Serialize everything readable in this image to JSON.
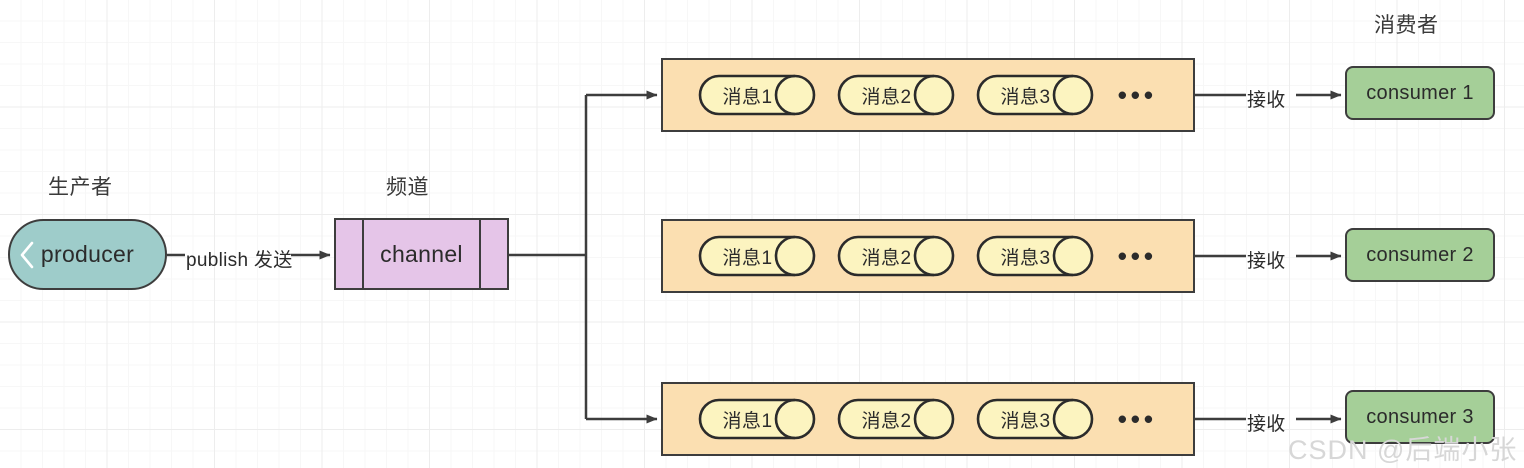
{
  "diagram": {
    "title_producer": "生产者",
    "title_channel": "频道",
    "title_consumer": "消费者",
    "watermark": "CSDN @后端小张",
    "colors": {
      "producer_fill": "#9ECCCA",
      "channel_fill": "#E5C5E8",
      "queue_fill": "#FBDFB1",
      "message_fill": "#FCF4C0",
      "consumer_fill": "#A5CF98",
      "stroke": "#3d3d3d",
      "grid": "#ededed",
      "background": "#ffffff"
    }
  },
  "producer": {
    "label": "producer"
  },
  "channel": {
    "label": "channel"
  },
  "edges": {
    "publish": "publish 发送",
    "receive_1": "接收",
    "receive_2": "接收",
    "receive_3": "接收"
  },
  "queues": [
    {
      "id": "queue-1",
      "messages": [
        "消息1",
        "消息2",
        "消息3"
      ],
      "overflow": "•••"
    },
    {
      "id": "queue-2",
      "messages": [
        "消息1",
        "消息2",
        "消息3"
      ],
      "overflow": "•••"
    },
    {
      "id": "queue-3",
      "messages": [
        "消息1",
        "消息2",
        "消息3"
      ],
      "overflow": "•••"
    }
  ],
  "consumers": [
    {
      "label": "consumer 1"
    },
    {
      "label": "consumer 2"
    },
    {
      "label": "consumer 3"
    }
  ]
}
